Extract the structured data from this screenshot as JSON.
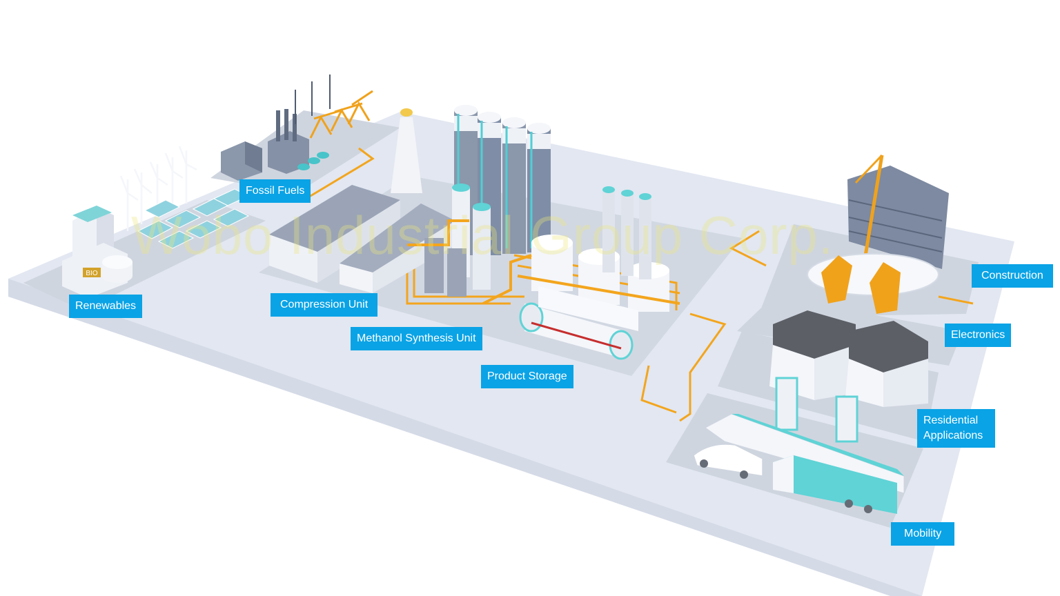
{
  "labels": {
    "renewables": "Renewables",
    "fossil_fuels": "Fossil Fuels",
    "compression_unit": "Compression Unit",
    "methanol_synthesis_unit": "Methanol Synthesis Unit",
    "product_storage": "Product Storage",
    "construction": "Construction",
    "electronics": "Electronics",
    "residential_line1": "Residential",
    "residential_line2": "Applications",
    "mobility": "Mobility"
  },
  "building_sign": "BIO",
  "watermark": "Wobo Industrial Group Corp.",
  "colors": {
    "label_bg": "#0aa3e6",
    "label_text": "#ffffff",
    "ground": "#e2e7f1",
    "pad": "#cfd5df",
    "pipe": "#f3a51d",
    "accent": "#5fd3d6",
    "steel": "#7f8ea6"
  }
}
